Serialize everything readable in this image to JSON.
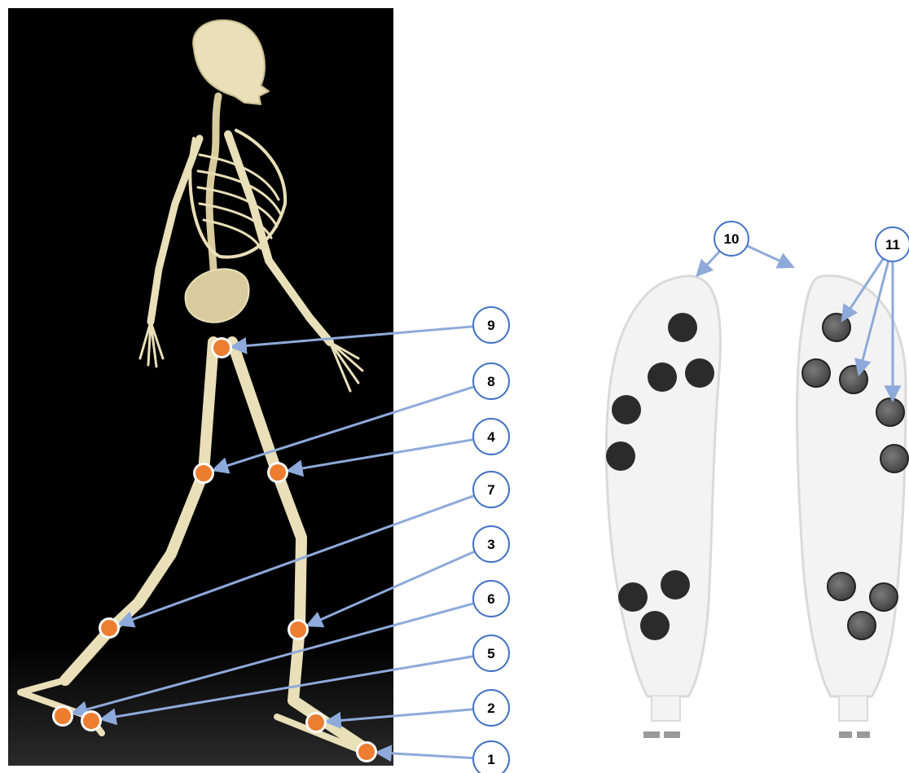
{
  "colors": {
    "arrow": "#8eaadb",
    "marker_fill": "#ed7d31",
    "marker_ring": "#ffffff",
    "label_circle_stroke": "#4472c4",
    "photo_background": "#000000",
    "bone": "#e9dfb8",
    "insole_outline": "#dadada",
    "sensor_dark": "#2b2b2b",
    "sensor_grey": "#555555"
  },
  "skeleton_markers": [
    {
      "label": "1"
    },
    {
      "label": "2"
    },
    {
      "label": "3"
    },
    {
      "label": "4"
    },
    {
      "label": "5"
    },
    {
      "label": "6"
    },
    {
      "label": "7"
    },
    {
      "label": "8"
    },
    {
      "label": "9"
    }
  ],
  "insole_labels": [
    {
      "label": "10",
      "points_to": "insole outlines"
    },
    {
      "label": "11",
      "points_to": "pressure sensors"
    }
  ],
  "icons": [
    "skeleton-image",
    "marker-dot",
    "arrow",
    "insole-left",
    "insole-right",
    "sensor-disc",
    "connector"
  ]
}
